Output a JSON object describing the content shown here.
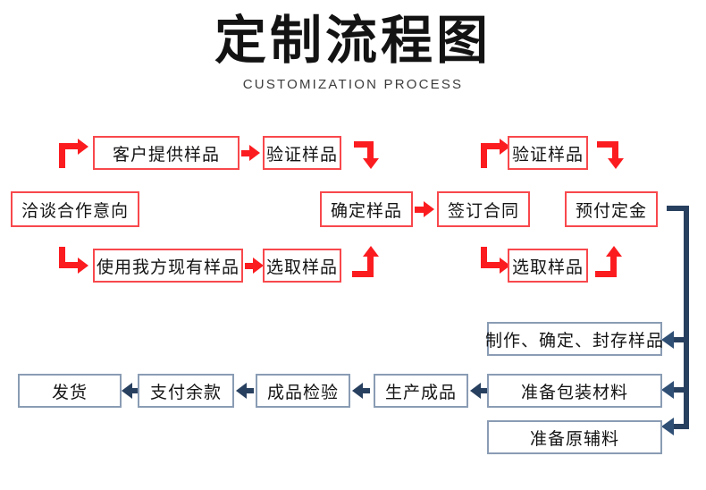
{
  "header": {
    "title": "定制流程图",
    "subtitle": "CUSTOMIZATION PROCESS"
  },
  "colors": {
    "red_border": "#f8484c",
    "red_arrow": "#fb1c20",
    "navy_border": "#8a9cb4",
    "navy_arrow": "#28405f",
    "text": "#111111",
    "background": "#ffffff"
  },
  "chart_data": {
    "type": "diagram",
    "title": "定制流程图",
    "subtitle": "CUSTOMIZATION PROCESS",
    "nodes": [
      {
        "id": "n1",
        "label": "客户提供样品",
        "group": "red",
        "row": 1
      },
      {
        "id": "n2",
        "label": "验证样品",
        "group": "red",
        "row": 1
      },
      {
        "id": "n3",
        "label": "验证样品",
        "group": "red",
        "row": 1
      },
      {
        "id": "n4",
        "label": "洽谈合作意向",
        "group": "red",
        "row": 2
      },
      {
        "id": "n5",
        "label": "确定样品",
        "group": "red",
        "row": 2
      },
      {
        "id": "n6",
        "label": "签订合同",
        "group": "red",
        "row": 2
      },
      {
        "id": "n7",
        "label": "预付定金",
        "group": "red",
        "row": 2
      },
      {
        "id": "n8",
        "label": "使用我方现有样品",
        "group": "red",
        "row": 3
      },
      {
        "id": "n9",
        "label": "选取样品",
        "group": "red",
        "row": 3
      },
      {
        "id": "n10",
        "label": "选取样品",
        "group": "red",
        "row": 3
      },
      {
        "id": "n11",
        "label": "制作、确定、封存样品",
        "group": "navy",
        "row": 4
      },
      {
        "id": "n12",
        "label": "发货",
        "group": "navy",
        "row": 5
      },
      {
        "id": "n13",
        "label": "支付余款",
        "group": "navy",
        "row": 5
      },
      {
        "id": "n14",
        "label": "成品检验",
        "group": "navy",
        "row": 5
      },
      {
        "id": "n15",
        "label": "生产成品",
        "group": "navy",
        "row": 5
      },
      {
        "id": "n16",
        "label": "准备包装材料",
        "group": "navy",
        "row": 5
      },
      {
        "id": "n17",
        "label": "准备原辅料",
        "group": "navy",
        "row": 6
      }
    ],
    "edges": [
      {
        "from": "n4",
        "to": "n1",
        "style": "red",
        "shape": "up-right"
      },
      {
        "from": "n1",
        "to": "n2",
        "style": "red",
        "shape": "right"
      },
      {
        "from": "n2",
        "to": "n5",
        "style": "red",
        "shape": "down"
      },
      {
        "from": "n4",
        "to": "n8",
        "style": "red",
        "shape": "down-right"
      },
      {
        "from": "n8",
        "to": "n9",
        "style": "red",
        "shape": "right"
      },
      {
        "from": "n9",
        "to": "n5",
        "style": "red",
        "shape": "up"
      },
      {
        "from": "n5",
        "to": "n6",
        "style": "red",
        "shape": "right"
      },
      {
        "from": "n7",
        "to": "n3",
        "style": "red",
        "shape": "up-right"
      },
      {
        "from": "n3",
        "to": "n7",
        "style": "red",
        "shape": "down"
      },
      {
        "from": "n7",
        "to": "n10",
        "style": "red",
        "shape": "down-right"
      },
      {
        "from": "n10",
        "to": "n7",
        "style": "red",
        "shape": "up"
      },
      {
        "from": "n7",
        "to": "n11",
        "style": "navy",
        "shape": "down-left"
      },
      {
        "from": "n7",
        "to": "n16",
        "style": "navy",
        "shape": "down-left"
      },
      {
        "from": "n7",
        "to": "n17",
        "style": "navy",
        "shape": "down-left"
      },
      {
        "from": "n16",
        "to": "n15",
        "style": "navy",
        "shape": "left"
      },
      {
        "from": "n15",
        "to": "n14",
        "style": "navy",
        "shape": "left"
      },
      {
        "from": "n14",
        "to": "n13",
        "style": "navy",
        "shape": "left"
      },
      {
        "from": "n13",
        "to": "n12",
        "style": "navy",
        "shape": "left"
      }
    ]
  }
}
